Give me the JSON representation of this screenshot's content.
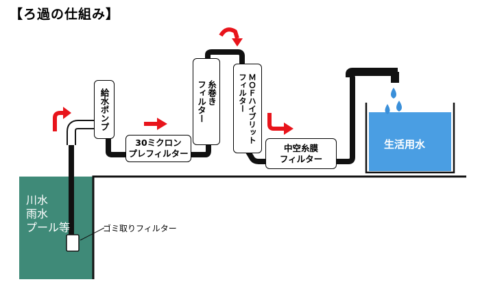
{
  "title": "【ろ過の仕組み】",
  "components": {
    "pump": "給水ポンプ",
    "micron_filter": "30ミクロン\nプレフィルター",
    "thread_filter": "糸巻き\nフィルター",
    "mof_filter": "ＭＯＦハイブリット\nフィルター",
    "hollow_fiber_filter": "中空糸膜\nフィルター",
    "dust_filter": "ゴミ取りフィルター"
  },
  "source_label": "川水\n雨水\nプール等",
  "output_label": "生活用水",
  "colors": {
    "pipe": "#111111",
    "arrow": "#e8141b",
    "river": "#3f8a78",
    "water": "#4a9ee3",
    "drop": "#3a8fd9"
  }
}
